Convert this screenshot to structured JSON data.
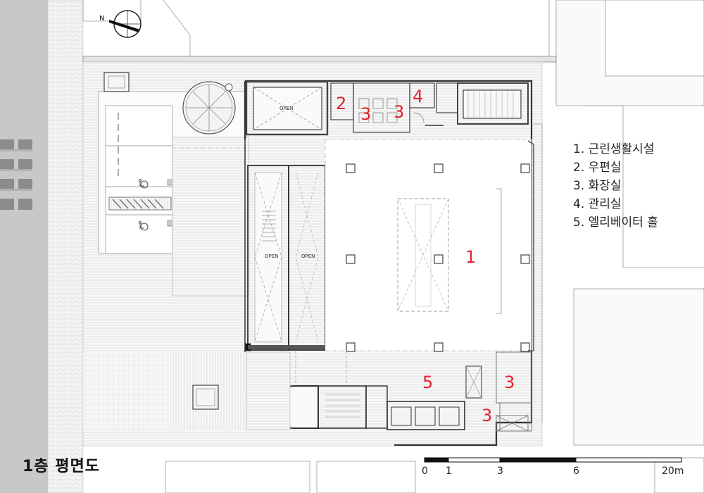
{
  "title": "1층 평면도",
  "compass": {
    "label": "N"
  },
  "legend": [
    "1. 근린생활시설",
    "2. 우편실",
    "3. 화장실",
    "4. 관리실",
    "5. 엘리베이터 홀"
  ],
  "room_numbers": [
    "1",
    "2",
    "3",
    "3",
    "4",
    "5",
    "3",
    "3"
  ],
  "void_labels": [
    "OPEN",
    "OPEN",
    "OPEN"
  ],
  "scale_bar": {
    "ticks": [
      "0",
      "1",
      "3",
      "6",
      "20m"
    ]
  },
  "colors": {
    "room_number": "#e5212b",
    "road": "#c8c8c8",
    "wall": "#333333"
  }
}
